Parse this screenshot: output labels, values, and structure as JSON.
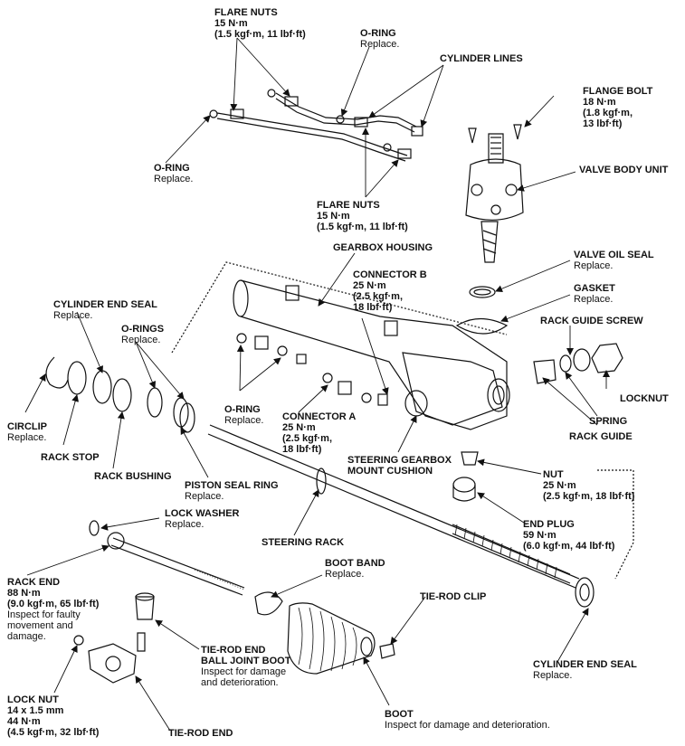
{
  "labels": {
    "flare_nuts_top": {
      "title": "FLARE NUTS",
      "lines": [
        "15 N·m",
        "(1.5 kgf·m, 11 lbf·ft)"
      ]
    },
    "o_ring_top": {
      "title": "O-RING",
      "note": "Replace."
    },
    "cylinder_lines": {
      "title": "CYLINDER LINES"
    },
    "flange_bolt": {
      "title": "FLANGE BOLT",
      "lines": [
        "18 N·m",
        "(1.8 kgf·m,",
        "13 lbf·ft)"
      ]
    },
    "o_ring_left": {
      "title": "O-RING",
      "note": "Replace."
    },
    "valve_body_unit": {
      "title": "VALVE BODY UNIT"
    },
    "flare_nuts_mid": {
      "title": "FLARE NUTS",
      "lines": [
        "15 N·m",
        "(1.5 kgf·m, 11 lbf·ft)"
      ]
    },
    "gearbox_housing": {
      "title": "GEARBOX HOUSING"
    },
    "valve_oil_seal": {
      "title": "VALVE OIL SEAL",
      "note": "Replace."
    },
    "connector_b": {
      "title": "CONNECTOR B",
      "lines": [
        "25 N·m",
        "(2.5 kgf·m,",
        "18 lbf·ft)"
      ]
    },
    "gasket": {
      "title": "GASKET",
      "note": "Replace."
    },
    "cylinder_end_seal_top": {
      "title": "CYLINDER END SEAL",
      "note": "Replace."
    },
    "rack_guide_screw": {
      "title": "RACK GUIDE SCREW"
    },
    "o_rings": {
      "title": "O-RINGS",
      "note": "Replace."
    },
    "locknut": {
      "title": "LOCKNUT"
    },
    "o_ring_mid": {
      "title": "O-RING",
      "note": "Replace."
    },
    "connector_a": {
      "title": "CONNECTOR A",
      "lines": [
        "25 N·m",
        "(2.5 kgf·m,",
        "18 lbf·ft)"
      ]
    },
    "spring": {
      "title": "SPRING"
    },
    "circlip": {
      "title": "CIRCLIP",
      "note": "Replace."
    },
    "rack_guide": {
      "title": "RACK GUIDE"
    },
    "rack_stop": {
      "title": "RACK STOP"
    },
    "steering_gearbox_mount_cushion": {
      "title": "STEERING GEARBOX",
      "title2": "MOUNT CUSHION"
    },
    "rack_bushing": {
      "title": "RACK BUSHING"
    },
    "piston_seal_ring": {
      "title": "PISTON SEAL RING",
      "note": "Replace."
    },
    "nut": {
      "title": "NUT",
      "lines": [
        "25 N·m",
        "(2.5 kgf·m, 18 lbf·ft)"
      ]
    },
    "lock_washer": {
      "title": "LOCK WASHER",
      "note": "Replace."
    },
    "end_plug": {
      "title": "END PLUG",
      "lines": [
        "59 N·m",
        "(6.0 kgf·m, 44 lbf·ft)"
      ]
    },
    "steering_rack": {
      "title": "STEERING RACK"
    },
    "boot_band": {
      "title": "BOOT BAND",
      "note": "Replace."
    },
    "rack_end": {
      "title": "RACK END",
      "lines": [
        "88 N·m",
        "(9.0 kgf·m, 65 lbf·ft)"
      ],
      "notes": [
        "Inspect for faulty",
        "movement and",
        "damage."
      ]
    },
    "tie_rod_clip": {
      "title": "TIE-ROD CLIP"
    },
    "tie_rod_end_ball_joint_boot": {
      "title": "TIE-ROD END",
      "title2": "BALL JOINT BOOT",
      "notes": [
        "Inspect for damage",
        "and deterioration."
      ]
    },
    "cylinder_end_seal_bottom": {
      "title": "CYLINDER END SEAL",
      "note": "Replace."
    },
    "lock_nut": {
      "title": "LOCK NUT",
      "lines": [
        "14 x 1.5 mm",
        "44 N·m",
        "(4.5 kgf·m, 32 lbf·ft)"
      ]
    },
    "boot": {
      "title": "BOOT",
      "note": "Inspect for damage and deterioration."
    },
    "tie_rod_end": {
      "title": "TIE-ROD END"
    }
  }
}
